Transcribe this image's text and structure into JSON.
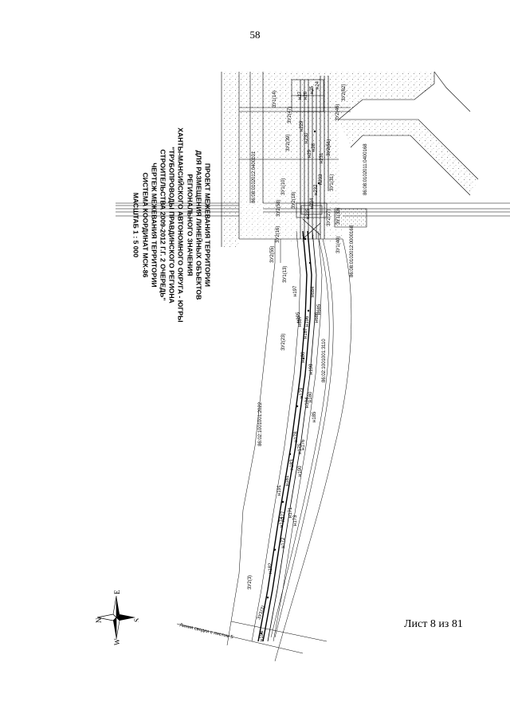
{
  "page_number": "58",
  "title_lines": [
    "ПРОЕКТ МЕЖЕВАНИЯ ТЕРРИТОРИИ",
    "ДЛЯ РАЗМЕЩЕНИЯ ЛИНЕЙНЫХ ОБЪЕКТОВ",
    "РЕГИОНАЛЬНОГО ЗНАЧЕНИЯ",
    "ХАНТЫ-МАНСИЙСКОГО АВТОНОМНОГО ОКРУГА - ЮГРЫ",
    "\"ТРУБОПРОВОДЫ ПРАВДИНСКОГО РЕГИОНА",
    "СТРОИТЕЛЬСТВА 2009-2012 Г.Г. 2 ОЧЕРЕДЬ\"",
    "ЧЕРТЕЖ МЕЖЕВАНИЯ ТЕРРИТОРИИ",
    "СИСТЕМА КООРДИНАТ МСК-86",
    "МАСШТАБ 1 : 5 000"
  ],
  "sheet_label": "Лист 8 из 81",
  "compass": {
    "n": "N",
    "s": "S",
    "e": "E",
    "w": "W"
  },
  "match_line": "Линия сводки с листом 5",
  "parcel_labels": [
    "ЗУ1(14)",
    "ЗУ2(47)",
    "ЗУ2(39)",
    "ЗУ2(46)",
    "ЗУ2(62)",
    "ЗУ2(51)",
    "ЗУ2(55)",
    "ЗУ2(58)",
    "ЗУ1(10)",
    "ЗУ2(18)",
    "ЗУ1(31)",
    "ЗУ2(27)",
    "ЗУ1(33)",
    "ЗУ2(64)",
    "ЗУ1(40)",
    "ЗУ2(16)",
    "ЗУ2(23)",
    "ЗУ2(3)",
    "ЗУ1(3)",
    "ЗУ1(13)"
  ],
  "cadastral_labels": [
    "86:08:0102012:0400101",
    "86:08:0102011:0400168",
    "86:08:0102012:0000168",
    "86:02:1001001:3110",
    "86:02:1001001:2022"
  ],
  "points_labels": [
    "н193",
    "н182",
    "н190",
    "н191",
    "н183",
    "н184",
    "н185",
    "н186",
    "н187",
    "н198",
    "н229",
    "н230",
    "н231",
    "н232",
    "н233",
    "н234",
    "н235",
    "н24",
    "н25",
    "н26",
    "н27",
    "н28",
    "н29",
    "н171",
    "н172",
    "н173",
    "н174",
    "н175",
    "н176",
    "н177",
    "н178",
    "н179",
    "н180",
    "н181",
    "н195",
    "н196",
    "н197",
    "н684",
    "н685",
    "н686",
    "н687"
  ]
}
